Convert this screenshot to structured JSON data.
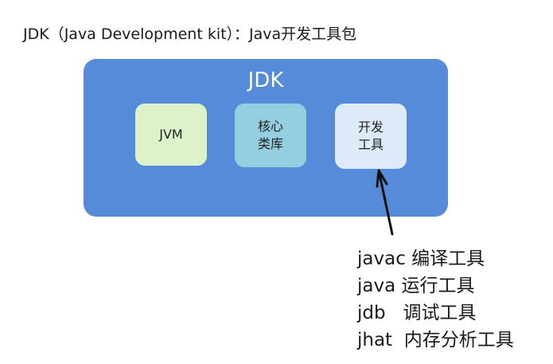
{
  "title": "JDK（Java Development kit）：Java开发工具包",
  "jdk": {
    "label": "JDK",
    "components": [
      "JVM",
      "核心\n类库",
      "开发\n工具"
    ]
  },
  "tools": [
    "javac 编译工具",
    "java 运行工具",
    "jdb   调试工具",
    "jhat  内存分析工具"
  ],
  "colors": {
    "jdk": "#558bd8",
    "jvm": "#ddf2c8",
    "lib": "#94cfe0",
    "tools": "#ddebf8"
  }
}
